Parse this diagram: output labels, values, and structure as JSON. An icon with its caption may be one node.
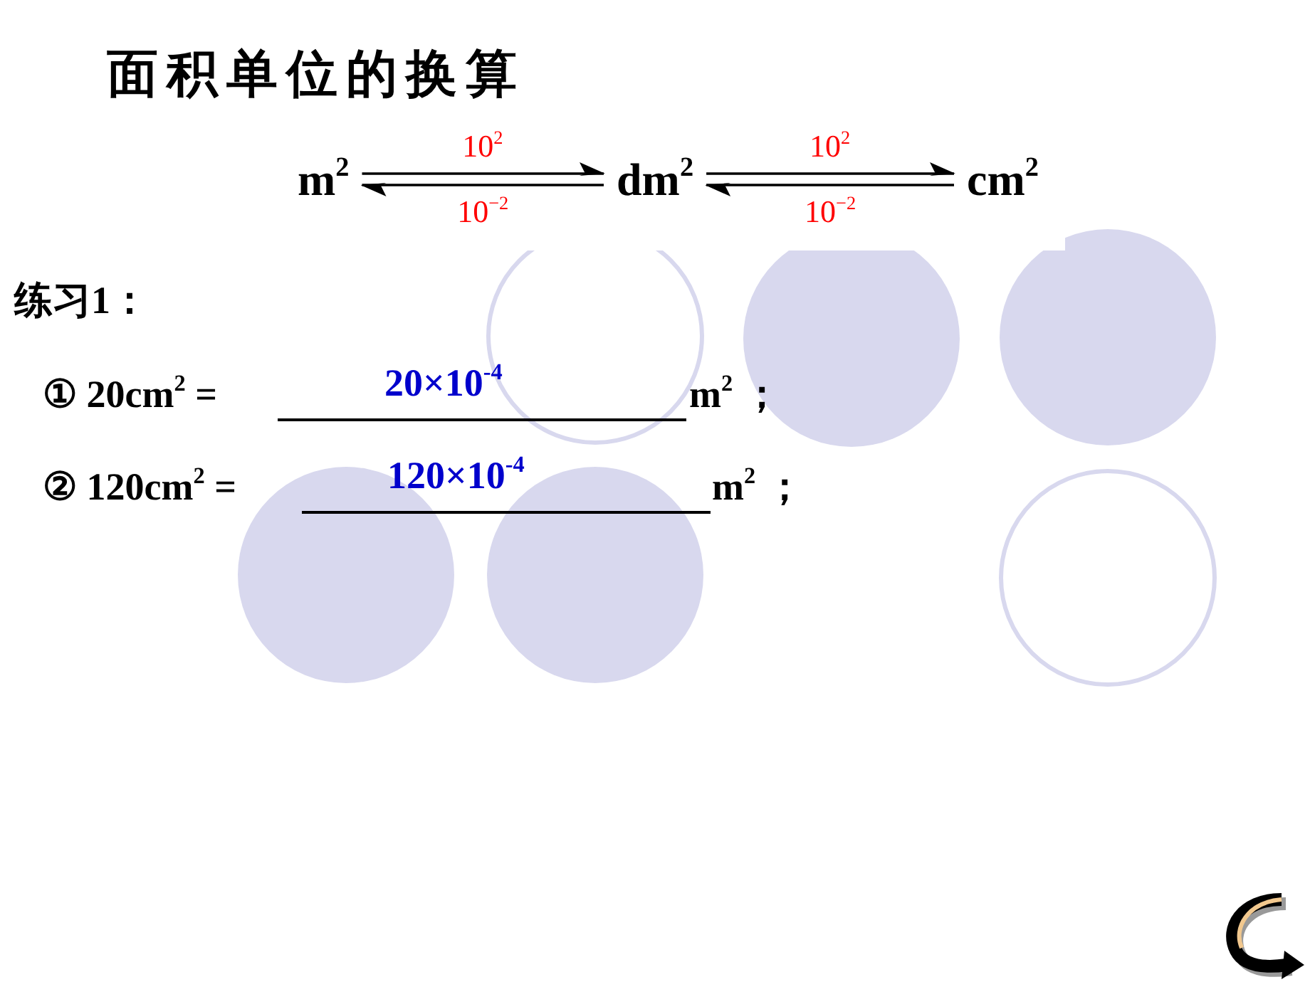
{
  "diagram": {
    "title": "面积单位的换算",
    "nodes": [
      {
        "text": [
          "m$^{2}$"
        ]
      },
      {
        "text": [
          "dm$^{2}$"
        ]
      },
      {
        "text": [
          "cm$^{2}$"
        ]
      }
    ],
    "edges": [
      {
        "from": 0,
        "to": 1,
        "arrow": "to",
        "label": "10$^{2}$"
      },
      {
        "from": 1,
        "to": 0,
        "arrow": "to",
        "label": "10$^{−2}$"
      },
      {
        "from": 1,
        "to": 2,
        "arrow": "to",
        "label": "10$^{2}$"
      },
      {
        "from": 2,
        "to": 1,
        "arrow": "to",
        "label": "10$^{−2}$"
      }
    ],
    "labels": [
      "练习1：",
      "① 20cm$^{2}$ =",
      "20×10$^{-4}$",
      "m$^{2}$ ；",
      "② 120cm$^{2}$ =",
      "120×10$^{-4}$",
      "m$^{2}$ ；"
    ]
  }
}
